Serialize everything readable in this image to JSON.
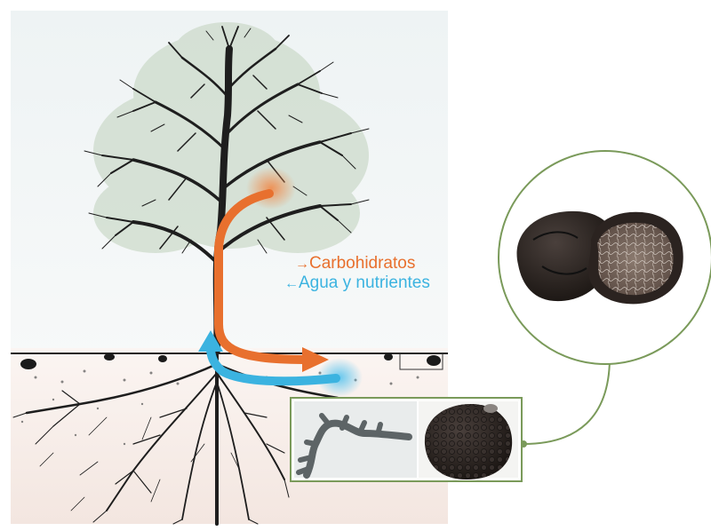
{
  "legend": {
    "carbohydrates": {
      "arrow": "→",
      "label": "Carbohidratos",
      "color": "#e8702e"
    },
    "water_nutrients": {
      "arrow": "←",
      "label": "Agua y nutrientes",
      "color": "#3bb3e0"
    }
  },
  "colors": {
    "sky": "#eef3f4",
    "soil": "#f6ede8",
    "foliage": "#c9d8c8",
    "bark": "#1e1e1e",
    "connector": "#7a9a5a",
    "truffle": "#2e2622"
  },
  "icons": {
    "tree": "tree-illustration",
    "truffle_whole": "truffle-icon",
    "truffle_cut": "truffle-cross-section-icon",
    "mycorrhiza": "mycorrhiza-root-tip-icon"
  }
}
